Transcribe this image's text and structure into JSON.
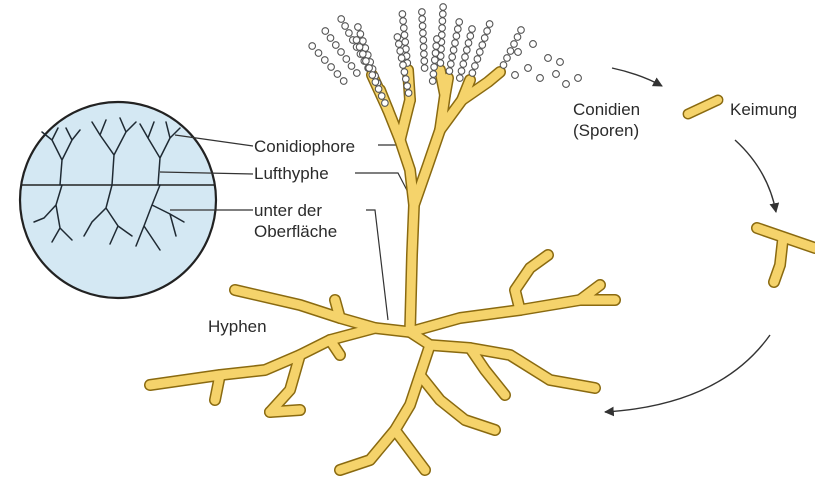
{
  "labels": {
    "conidiophore": "Conidiophore",
    "aerial_hypha": "Lufthyphe",
    "subsurface_line1": "unter der",
    "subsurface_line2": "Oberfläche",
    "hyphae": "Hyphen",
    "conidia_line1": "Conidien",
    "conidia_line2": "(Sporen)",
    "germination": "Keimung"
  },
  "colors": {
    "hypha_fill": "#f5d36b",
    "hypha_stroke": "#8a6a10",
    "spore_stroke": "#555555",
    "inset_fill": "#d4e8f3",
    "inset_stroke": "#222222",
    "leader_line": "#333333",
    "text": "#2b2b2b"
  }
}
